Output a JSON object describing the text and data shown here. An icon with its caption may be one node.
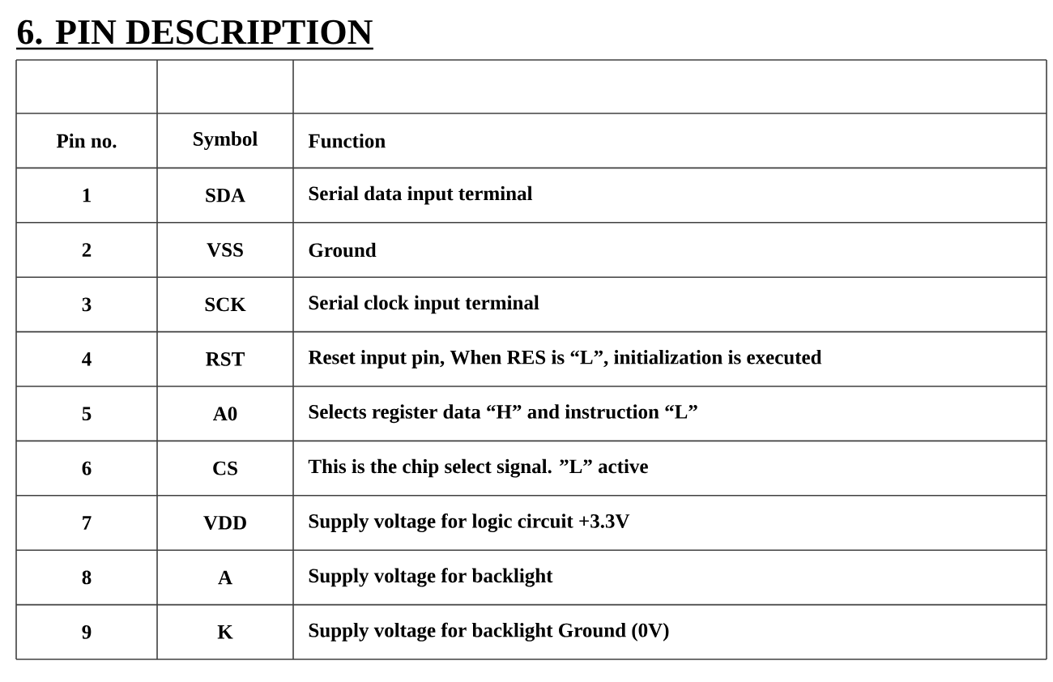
{
  "diagram": {
    "title": "6. PIN DESCRIPTION",
    "labels": [
      "Pin no.",
      "Symbol",
      "Function",
      "1",
      "SDA",
      "Serial data input terminal",
      "2",
      "VSS",
      "Ground",
      "3",
      "SCK",
      "Serial clock input terminal",
      "4",
      "RST",
      "Reset input pin, When RES is “L”, initialization is executed",
      "5",
      "A0",
      "Selects register data “H” and instruction “L”",
      "6",
      "CS",
      "This is the chip select signal. ”L” active",
      "7",
      "VDD",
      "Supply voltage for logic circuit  +3.3V",
      "8",
      "A",
      "Supply voltage for backlight",
      "9",
      "K",
      "Supply voltage for backlight  Ground (0V)"
    ]
  }
}
